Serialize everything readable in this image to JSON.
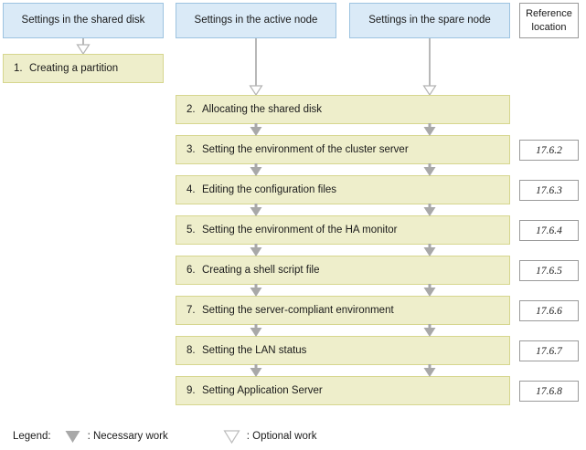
{
  "columns": {
    "headers": [
      {
        "label": "Settings in the shared disk"
      },
      {
        "label": "Settings in the active node"
      },
      {
        "label": "Settings in the spare node"
      }
    ],
    "reference_header": "Reference location"
  },
  "steps_left": [
    {
      "num": "1.",
      "label": "Creating a partition"
    }
  ],
  "steps_main": [
    {
      "num": "2.",
      "label": "Allocating the shared disk",
      "reference": ""
    },
    {
      "num": "3.",
      "label": "Setting the environment of the cluster server",
      "reference": "17.6.2"
    },
    {
      "num": "4.",
      "label": "Editing the configuration files",
      "reference": "17.6.3"
    },
    {
      "num": "5.",
      "label": "Setting the environment of the HA monitor",
      "reference": "17.6.4"
    },
    {
      "num": "6.",
      "label": "Creating a shell script file",
      "reference": "17.6.5"
    },
    {
      "num": "7.",
      "label": "Setting the server-compliant environment",
      "reference": "17.6.6"
    },
    {
      "num": "8.",
      "label": "Setting the LAN status",
      "reference": "17.6.7"
    },
    {
      "num": "9.",
      "label": "Setting Application Server",
      "reference": "17.6.8"
    }
  ],
  "legend": {
    "title": "Legend:",
    "necessary": ": Necessary work",
    "optional": ": Optional work"
  },
  "colors": {
    "header_fill": "#daeaf7",
    "header_border": "#9dc3e0",
    "step_fill": "#eeeecb",
    "step_border": "#d6d68e",
    "arrow_fill": "#a8a8a8",
    "arrow_outline": "#b3b3b3",
    "ref_border": "#9a9a9a",
    "text": "#1a1a1a",
    "background": "#ffffff"
  }
}
